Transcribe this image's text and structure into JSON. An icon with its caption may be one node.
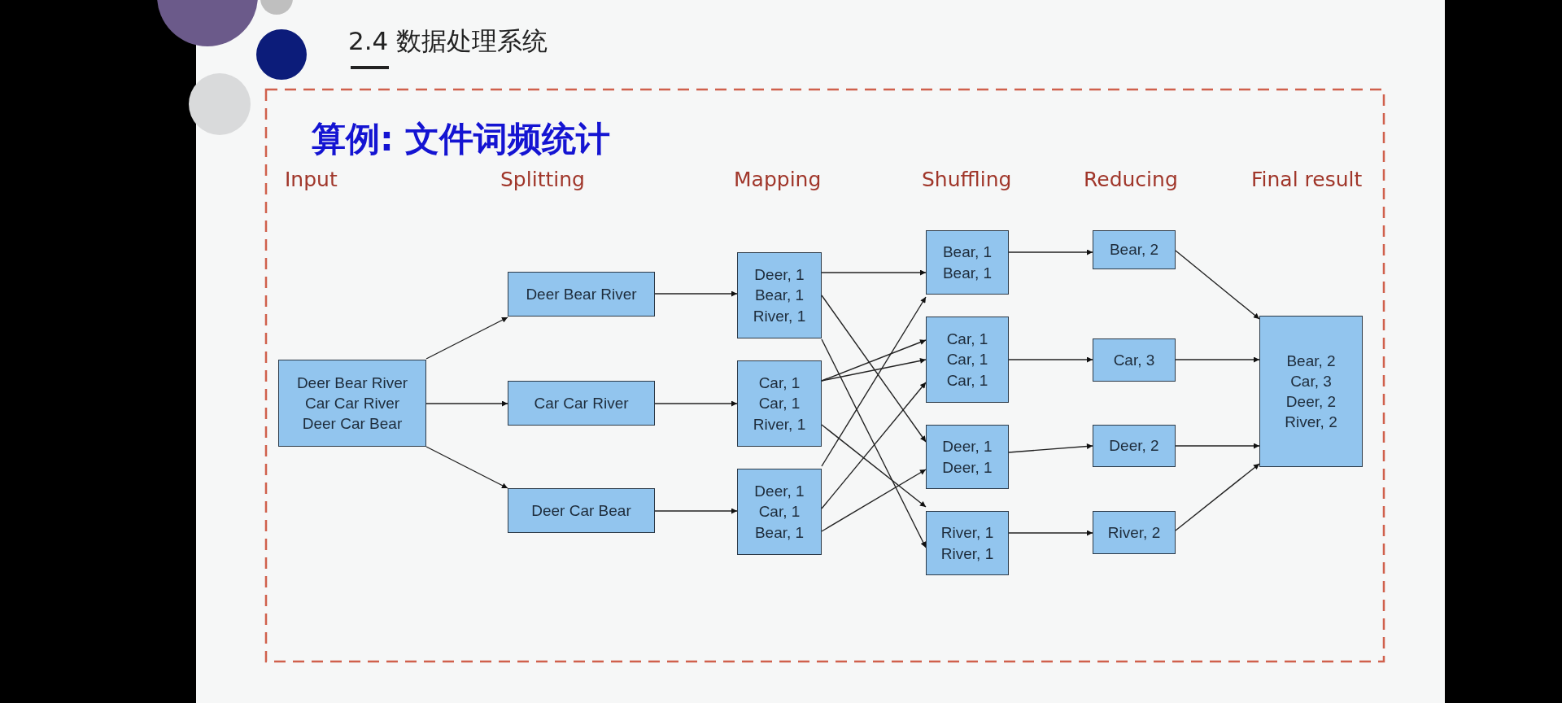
{
  "diagram": {
    "title": "2.4  数据处理系统",
    "nodes": [
      {
        "text": [
          "Deer Bear River",
          "Car Car River",
          "Deer Car Bear"
        ]
      },
      {
        "text": [
          "Deer Bear River"
        ]
      },
      {
        "text": [
          "Car Car River"
        ]
      },
      {
        "text": [
          "Deer Car Bear"
        ]
      },
      {
        "text": [
          "Deer, 1",
          "Bear, 1",
          "River, 1"
        ]
      },
      {
        "text": [
          "Car, 1",
          "Car, 1",
          "River, 1"
        ]
      },
      {
        "text": [
          "Deer, 1",
          "Car, 1",
          "Bear, 1"
        ]
      },
      {
        "text": [
          "Bear, 1",
          "Bear, 1"
        ]
      },
      {
        "text": [
          "Car, 1",
          "Car, 1",
          "Car, 1"
        ]
      },
      {
        "text": [
          "Deer, 1",
          "Deer, 1"
        ]
      },
      {
        "text": [
          "River, 1",
          "River, 1"
        ]
      },
      {
        "text": [
          "Bear, 2"
        ]
      },
      {
        "text": [
          "Car, 3"
        ]
      },
      {
        "text": [
          "Deer, 2"
        ]
      },
      {
        "text": [
          "River, 2"
        ]
      },
      {
        "text": [
          "Bear, 2",
          "Car, 3",
          "Deer, 2",
          "River, 2"
        ]
      }
    ],
    "edges": [
      {
        "from": 0,
        "to": 1,
        "arrow": "to"
      },
      {
        "from": 0,
        "to": 2,
        "arrow": "to"
      },
      {
        "from": 0,
        "to": 3,
        "arrow": "to"
      },
      {
        "from": 1,
        "to": 4,
        "arrow": "to"
      },
      {
        "from": 2,
        "to": 5,
        "arrow": "to"
      },
      {
        "from": 3,
        "to": 6,
        "arrow": "to"
      },
      {
        "from": 4,
        "to": 7,
        "arrow": "to"
      },
      {
        "from": 4,
        "to": 9,
        "arrow": "to"
      },
      {
        "from": 4,
        "to": 10,
        "arrow": "to"
      },
      {
        "from": 5,
        "to": 8,
        "arrow": "to"
      },
      {
        "from": 5,
        "to": 8,
        "arrow": "to"
      },
      {
        "from": 5,
        "to": 10,
        "arrow": "to"
      },
      {
        "from": 6,
        "to": 7,
        "arrow": "to"
      },
      {
        "from": 6,
        "to": 8,
        "arrow": "to"
      },
      {
        "from": 6,
        "to": 9,
        "arrow": "to"
      },
      {
        "from": 7,
        "to": 11,
        "arrow": "to"
      },
      {
        "from": 8,
        "to": 12,
        "arrow": "to"
      },
      {
        "from": 9,
        "to": 13,
        "arrow": "to"
      },
      {
        "from": 10,
        "to": 14,
        "arrow": "to"
      },
      {
        "from": 11,
        "to": 15,
        "arrow": "to"
      },
      {
        "from": 12,
        "to": 15,
        "arrow": "to"
      },
      {
        "from": 13,
        "to": 15,
        "arrow": "to"
      },
      {
        "from": 14,
        "to": 15,
        "arrow": "to"
      }
    ],
    "labels": [
      "算例: 文件词频统计",
      "Input",
      "Splitting",
      "Mapping",
      "Shuffling",
      "Reducing",
      "Final result"
    ]
  }
}
